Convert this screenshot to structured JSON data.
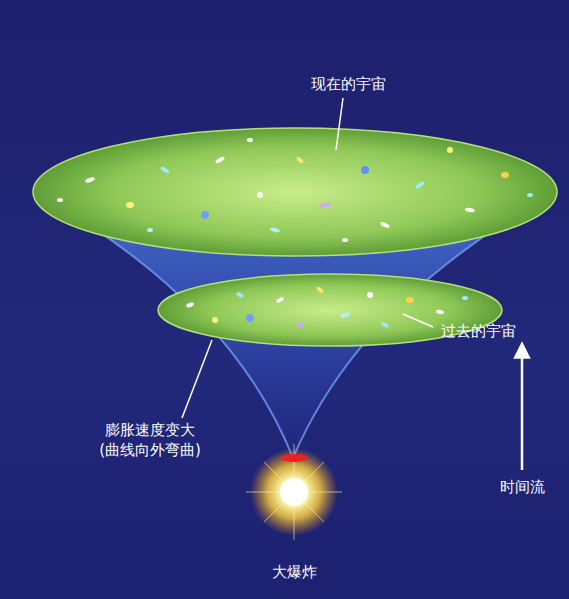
{
  "diagram": {
    "labels": [
      "现在的宇宙",
      "过去的宇宙",
      "膨胀速度变大 (曲线向外弯曲)",
      "时间流",
      "大爆炸"
    ]
  }
}
